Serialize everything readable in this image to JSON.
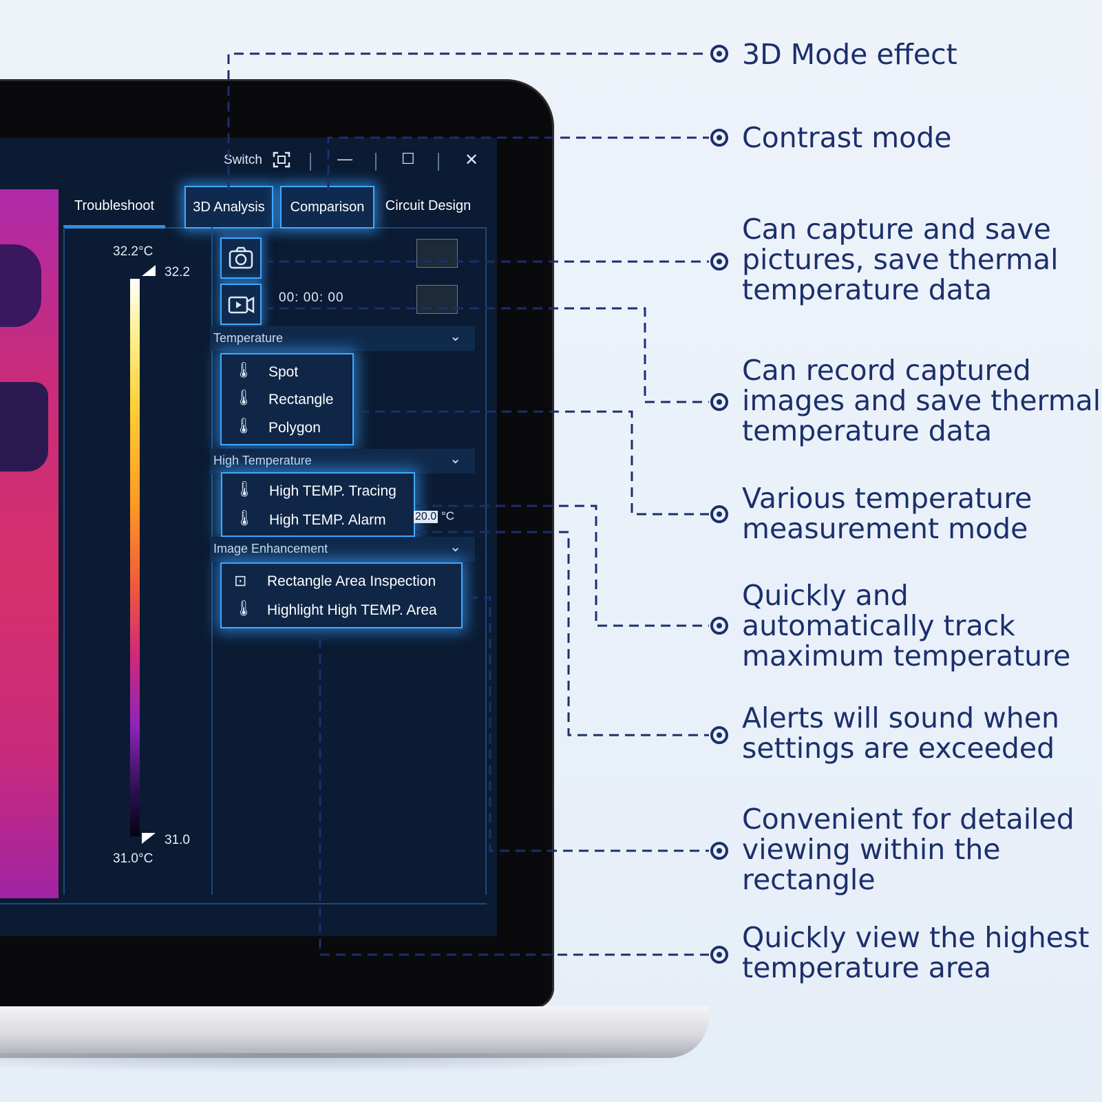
{
  "titlebar": {
    "switch_label": "Switch",
    "minimize_glyph": "—",
    "maximize_glyph": "☐",
    "close_glyph": "✕"
  },
  "tabs": [
    {
      "label": "Troubleshoot"
    },
    {
      "label": "3D Analysis"
    },
    {
      "label": "Comparison"
    },
    {
      "label": "Circuit Design"
    }
  ],
  "scale": {
    "max_label": "32.2°C",
    "max_value": "32.2",
    "min_value": "31.0",
    "min_label": "31.0°C"
  },
  "capture": {
    "timer": "00: 00: 00"
  },
  "sections": {
    "temperature": {
      "title": "Temperature",
      "items": [
        {
          "label": "Spot"
        },
        {
          "label": "Rectangle"
        },
        {
          "label": "Polygon"
        }
      ]
    },
    "high_temperature": {
      "title": "High Temperature",
      "items": [
        {
          "label": "High TEMP. Tracing"
        },
        {
          "label": "High TEMP. Alarm"
        }
      ],
      "alarm_value": "20.0",
      "alarm_unit": "°C"
    },
    "image_enhancement": {
      "title": "Image Enhancement",
      "items": [
        {
          "label": "Rectangle Area Inspection"
        },
        {
          "label": "Highlight High TEMP. Area"
        }
      ]
    }
  },
  "callouts": [
    "3D Mode effect",
    "Contrast mode",
    "Can capture and save\npictures, save thermal\ntemperature data",
    "Can record captured\nimages and save thermal\ntemperature data",
    "Various temperature\nmeasurement mode",
    "Quickly and\nautomatically track\nmaximum temperature",
    "Alerts will sound when\nsettings are exceeded",
    "Convenient for detailed\nviewing within the\nrectangle",
    "Quickly view the highest\ntemperature area"
  ],
  "colors": {
    "accent": "#3fa9ff",
    "panel": "#0b1b33",
    "callout_text": "#1b2f6b"
  }
}
